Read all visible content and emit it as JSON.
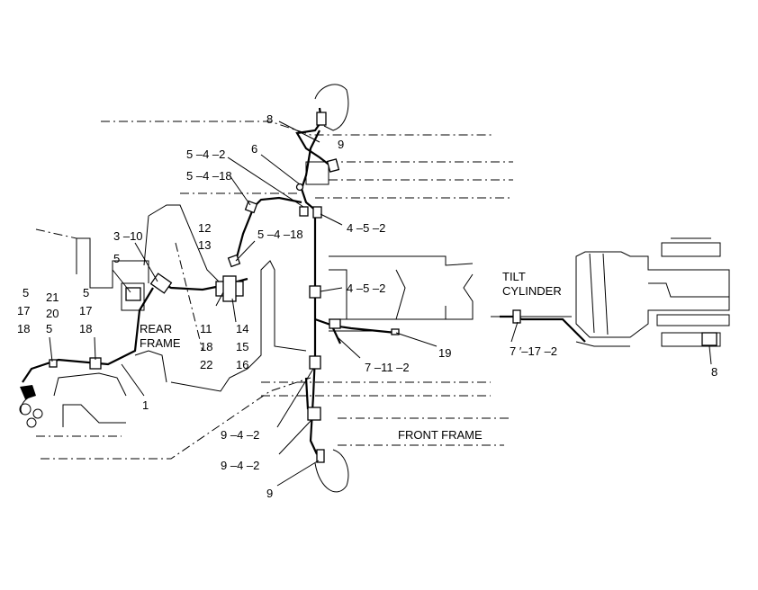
{
  "callouts": [
    {
      "id": "c-8-top",
      "text": "8"
    },
    {
      "id": "c-9-top",
      "text": "9"
    },
    {
      "id": "c-5-4-2",
      "text": "5 –4 –2"
    },
    {
      "id": "c-6",
      "text": "6"
    },
    {
      "id": "c-5-4-18-a",
      "text": "5 –4 –18"
    },
    {
      "id": "c-4-5-2-a",
      "text": "4 –5 –2"
    },
    {
      "id": "c-12",
      "text": "12"
    },
    {
      "id": "c-13",
      "text": "13"
    },
    {
      "id": "c-3-10",
      "text": "3 –10"
    },
    {
      "id": "c-5-4-18-b",
      "text": "5 –4 –18"
    },
    {
      "id": "c-5-a",
      "text": "5"
    },
    {
      "id": "c-4-5-2-b",
      "text": "4 –5 –2"
    },
    {
      "id": "c-5-b",
      "text": "5"
    },
    {
      "id": "c-17-a",
      "text": "17"
    },
    {
      "id": "c-18-a",
      "text": "18"
    },
    {
      "id": "c-21",
      "text": "21"
    },
    {
      "id": "c-20",
      "text": "20"
    },
    {
      "id": "c-5-c",
      "text": "5"
    },
    {
      "id": "c-5-d",
      "text": "5"
    },
    {
      "id": "c-17-b",
      "text": "17"
    },
    {
      "id": "c-18-b",
      "text": "18"
    },
    {
      "id": "c-11",
      "text": "11"
    },
    {
      "id": "c-18-c",
      "text": "18"
    },
    {
      "id": "c-22",
      "text": "22"
    },
    {
      "id": "c-14",
      "text": "14"
    },
    {
      "id": "c-15",
      "text": "15"
    },
    {
      "id": "c-16",
      "text": "16"
    },
    {
      "id": "c-7-11-2",
      "text": "7 –11 –2"
    },
    {
      "id": "c-19",
      "text": "19"
    },
    {
      "id": "c-7-17-2",
      "text": "7 ′–17 –2"
    },
    {
      "id": "c-8-right",
      "text": "8"
    },
    {
      "id": "c-1",
      "text": "1"
    },
    {
      "id": "c-9-4-2-a",
      "text": "9 –4 –2"
    },
    {
      "id": "c-9-4-2-b",
      "text": "9 –4 –2"
    },
    {
      "id": "c-9-bottom",
      "text": "9"
    }
  ],
  "labels": {
    "rear_frame_1": "REAR",
    "rear_frame_2": "FRAME",
    "tilt_cylinder_1": "TILT",
    "tilt_cylinder_2": "CYLINDER",
    "front_frame": "FRONT FRAME"
  }
}
